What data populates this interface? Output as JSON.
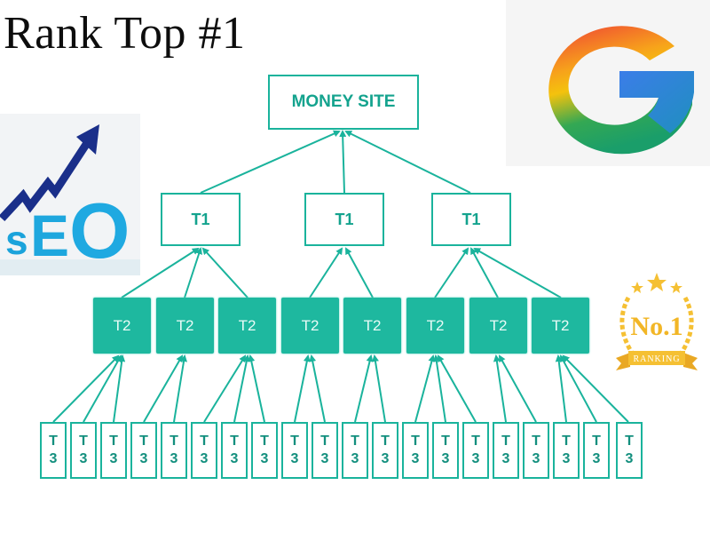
{
  "header": {
    "title": "Rank Top #1"
  },
  "logos": {
    "google": {
      "letter": "G",
      "colors": [
        "#ea4335",
        "#fbbc05",
        "#34a853",
        "#4285f4"
      ]
    },
    "seo": {
      "text": "SEO",
      "letters": [
        "s",
        "E",
        "O"
      ],
      "text_color": "#1ba3db",
      "arrow_color": "#1a2f8a"
    },
    "ranking_badge": {
      "main": "No.1",
      "ribbon": "RANKING",
      "stars": 3,
      "color": "#f5c033"
    }
  },
  "diagram": {
    "accent_color": "#1ab39c",
    "money_site": {
      "label": "MONEY SITE"
    },
    "tier1": [
      {
        "label": "T1"
      },
      {
        "label": "T1"
      },
      {
        "label": "T1"
      }
    ],
    "tier2": [
      {
        "label": "T2"
      },
      {
        "label": "T2"
      },
      {
        "label": "T2"
      },
      {
        "label": "T2"
      },
      {
        "label": "T2"
      },
      {
        "label": "T2"
      },
      {
        "label": "T2"
      },
      {
        "label": "T2"
      }
    ],
    "tier3": [
      {
        "l1": "T",
        "l2": "3"
      },
      {
        "l1": "T",
        "l2": "3"
      },
      {
        "l1": "T",
        "l2": "3"
      },
      {
        "l1": "T",
        "l2": "3"
      },
      {
        "l1": "T",
        "l2": "3"
      },
      {
        "l1": "T",
        "l2": "3"
      },
      {
        "l1": "T",
        "l2": "3"
      },
      {
        "l1": "T",
        "l2": "3"
      },
      {
        "l1": "T",
        "l2": "3"
      },
      {
        "l1": "T",
        "l2": "3"
      },
      {
        "l1": "T",
        "l2": "3"
      },
      {
        "l1": "T",
        "l2": "3"
      },
      {
        "l1": "T",
        "l2": "3"
      },
      {
        "l1": "T",
        "l2": "3"
      },
      {
        "l1": "T",
        "l2": "3"
      },
      {
        "l1": "T",
        "l2": "3"
      },
      {
        "l1": "T",
        "l2": "3"
      },
      {
        "l1": "T",
        "l2": "3"
      },
      {
        "l1": "T",
        "l2": "3"
      },
      {
        "l1": "T",
        "l2": "3"
      }
    ]
  }
}
